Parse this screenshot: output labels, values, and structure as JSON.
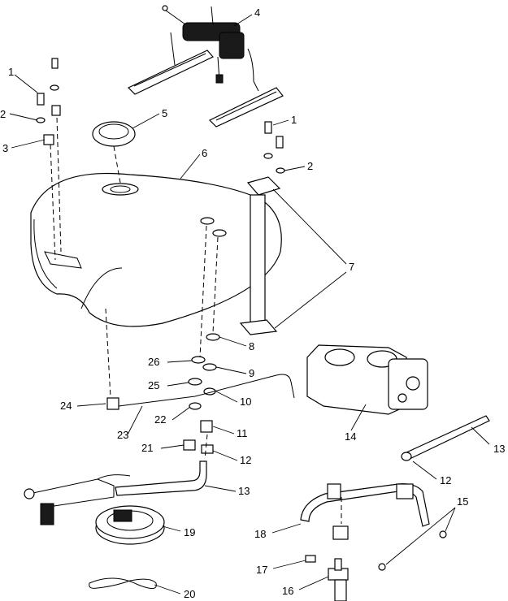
{
  "callouts": [
    {
      "id": "c1a",
      "text": "1"
    },
    {
      "id": "c2a",
      "text": "2"
    },
    {
      "id": "c3",
      "text": "3"
    },
    {
      "id": "c4",
      "text": "4"
    },
    {
      "id": "c5",
      "text": "5"
    },
    {
      "id": "c6",
      "text": "6"
    },
    {
      "id": "c1b",
      "text": "1"
    },
    {
      "id": "c2b",
      "text": "2"
    },
    {
      "id": "c7",
      "text": "7"
    },
    {
      "id": "c8",
      "text": "8"
    },
    {
      "id": "c26",
      "text": "26"
    },
    {
      "id": "c9",
      "text": "9"
    },
    {
      "id": "c25",
      "text": "25"
    },
    {
      "id": "c10",
      "text": "10"
    },
    {
      "id": "c24",
      "text": "24"
    },
    {
      "id": "c22",
      "text": "22"
    },
    {
      "id": "c11",
      "text": "11"
    },
    {
      "id": "c23",
      "text": "23"
    },
    {
      "id": "c21",
      "text": "21"
    },
    {
      "id": "c12a",
      "text": "12"
    },
    {
      "id": "c13a",
      "text": "13"
    },
    {
      "id": "c14",
      "text": "14"
    },
    {
      "id": "c13b",
      "text": "13"
    },
    {
      "id": "c12b",
      "text": "12"
    },
    {
      "id": "c15",
      "text": "15"
    },
    {
      "id": "c19",
      "text": "19"
    },
    {
      "id": "c18",
      "text": "18"
    },
    {
      "id": "c17",
      "text": "17"
    },
    {
      "id": "c20",
      "text": "20"
    },
    {
      "id": "c16",
      "text": "16"
    }
  ]
}
